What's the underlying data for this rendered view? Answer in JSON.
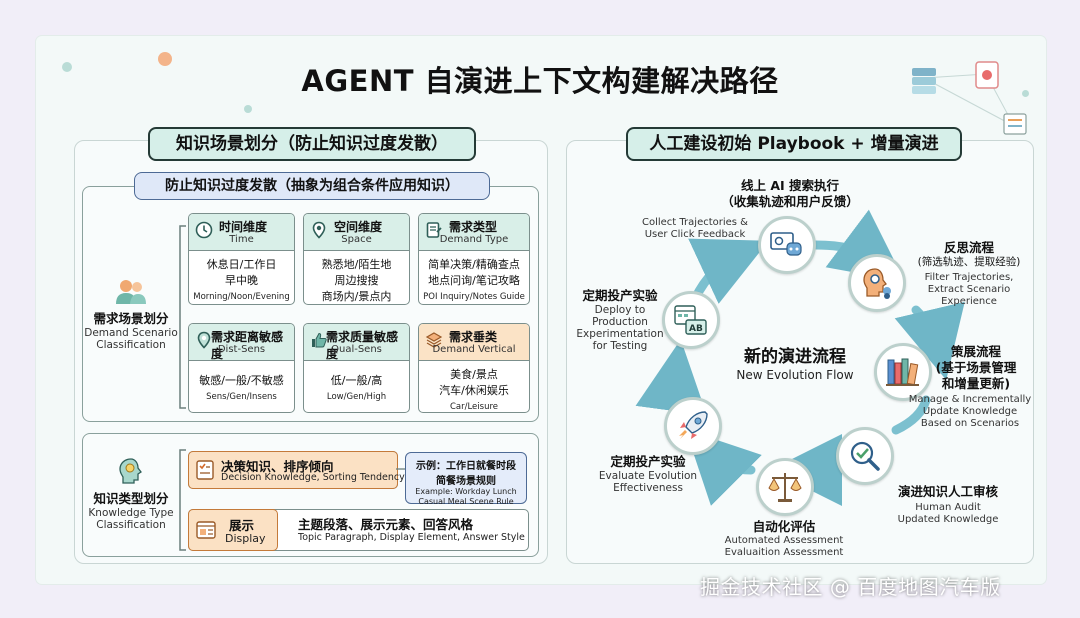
{
  "title": "AGENT 自演进上下文构建解决路径",
  "left": {
    "header": "知识场景划分（防止知识过度发散）",
    "sub_header": "防止知识过度发散（抽象为组合条件应用知识）",
    "scenario": {
      "zh": "需求场景划分",
      "en1": "Demand Scenario",
      "en2": "Classification"
    },
    "dims": [
      {
        "zh": "时间维度",
        "en": "Time",
        "l1": "休息日/工作日",
        "l2": "早中晚",
        "l3": "Morning/Noon/Evening",
        "icon": "clock-icon"
      },
      {
        "zh": "空间维度",
        "en": "Space",
        "l1": "熟悉地/陌生地",
        "l2": "周边搜搜",
        "l3": "商场内/景点内",
        "icon": "location-pin-icon"
      },
      {
        "zh": "需求类型",
        "en": "Demand Type",
        "l1": "简单决策/精确查点",
        "l2": "地点问询/笔记攻略",
        "l3": "POI Inquiry/Notes Guide",
        "icon": "document-edit-icon"
      },
      {
        "zh": "需求距离敏感度",
        "en": "Dist-Sens",
        "l1": "敏感/一般/不敏感",
        "l2": "Sens/Gen/Insens",
        "icon": "map-pin-icon"
      },
      {
        "zh": "需求质量敏感度",
        "en": "Qual-Sens",
        "l1": "低/一般/高",
        "l2": "Low/Gen/High",
        "icon": "thumbs-up-icon"
      },
      {
        "zh": "需求垂类",
        "en": "Demand Vertical",
        "l1": "美食/景点",
        "l2": "汽车/休闲娱乐",
        "l3": "Car/Leisure",
        "icon": "layers-icon"
      }
    ],
    "knowledge": {
      "zh": "知识类型划分",
      "en1": "Knowledge Type",
      "en2": "Classification"
    },
    "decision": {
      "zh": "决策知识、排序倾向",
      "en": "Decision Knowledge, Sorting Tendency"
    },
    "example": {
      "l1": "示例：工作日就餐时段",
      "l2": "简餐场景规则",
      "l3": "Example: Workday Lunch",
      "l4": "Casual Meal Scene Rule"
    },
    "display": {
      "zh": "展示",
      "en": "Display",
      "desc_zh": "主题段落、展示元素、回答风格",
      "desc_en": "Topic Paragraph, Display Element, Answer Style"
    }
  },
  "right": {
    "header": "人工建设初始 Playbook + 增量演进",
    "center_zh": "新的演进流程",
    "center_en": "New Evolution Flow",
    "steps": {
      "top": {
        "zh1": "线上 AI 搜索执行",
        "zh2": "（收集轨迹和用户反馈）",
        "en1": "Collect Trajectories &",
        "en2": "User Click Feedback"
      },
      "reflect": {
        "zh1": "反思流程",
        "zh2": "(筛选轨迹、提取经验)",
        "en1": "Filter Trajectories,",
        "en2": "Extract Scenario",
        "en3": "Experience"
      },
      "curate": {
        "zh1": "策展流程",
        "zh2": "(基于场景管理",
        "zh3": "和增量更新)",
        "en1": "Manage & Incrementally",
        "en2": "Update Knowledge",
        "en3": "Based on Scenarios"
      },
      "audit": {
        "zh1": "演进知识人工审核",
        "en1": "Human Audit",
        "en2": "Updated Knowledge"
      },
      "auto": {
        "zh1": "自动化评估",
        "en1": "Automated Assessment",
        "en2": "Evaluaition Assessment"
      },
      "evaluate": {
        "zh1": "定期投产实验",
        "en1": "Evaluate Evolution",
        "en2": "Effectiveness"
      },
      "deploy": {
        "zh1": "定期投产实验",
        "en1": "Deploy to",
        "en2": "Production",
        "en3": "Experimentation",
        "en4": "for Testing"
      }
    }
  },
  "watermark": "掘金技术社区 @ 百度地图汽车版",
  "colors": {
    "teal_header": "#d6efe9",
    "orange_tag": "#fbe1c4",
    "arrow": "#6fb6c7",
    "sub_header": "#dfe8f8"
  }
}
